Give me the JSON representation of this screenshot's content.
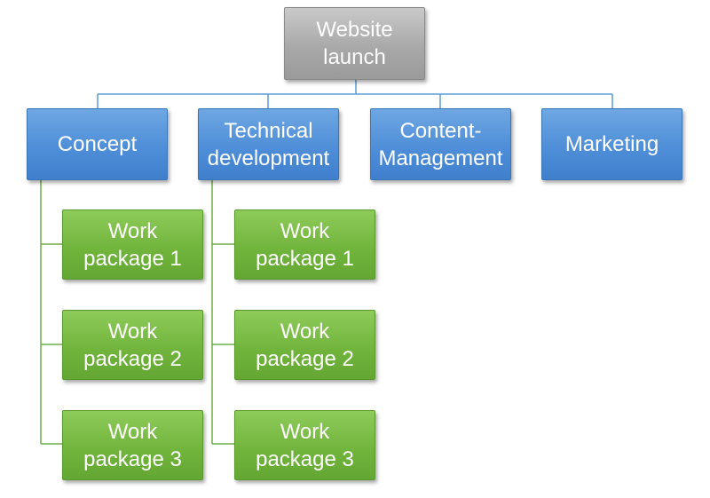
{
  "colors": {
    "root_fill": "#a6a6a6",
    "level1_fill": "#4f8ed8",
    "level1_connector": "#5b9bd5",
    "level2_fill": "#72b53d",
    "level2_connector": "#70ad47",
    "text": "#ffffff"
  },
  "root": {
    "label": "Website\nlaunch"
  },
  "phases": [
    {
      "label": "Concept",
      "packages": [
        "Work\npackage 1",
        "Work\npackage  2",
        "Work\npackage  3"
      ]
    },
    {
      "label": "Technical\ndevelopment",
      "packages": [
        "Work\npackage  1",
        "Work\npackage  2",
        "Work\npackage  3"
      ]
    },
    {
      "label": "Content-\nManagement",
      "packages": []
    },
    {
      "label": "Marketing",
      "packages": []
    }
  ]
}
